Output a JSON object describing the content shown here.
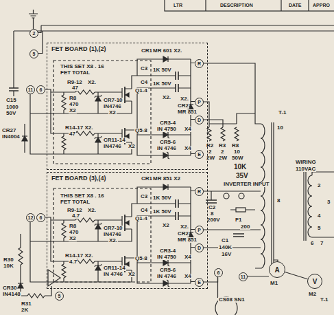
{
  "diagram": {
    "nodes": [
      {
        "text": [
          "FET BOARD (1),(2)",
          "THIS SET X8 . 16 FET TOTAL"
        ]
      },
      {
        "text": [
          "FET BOARD (3),(4)",
          "THIS SET X8 . 16 FET TOTAL"
        ]
      },
      {
        "text": [
          "A",
          "M1"
        ]
      },
      {
        "text": [
          "V",
          "M2"
        ]
      }
    ],
    "edges": [
      {
        "from": 2,
        "to": 3,
        "arrow": "none"
      }
    ],
    "labels": [
      "LTR",
      "DESCRIPTION",
      "DATE",
      "APPRO",
      "2",
      "5",
      "C15",
      "1000",
      "50V",
      "11",
      "6",
      "CR27",
      "IN4004",
      "R9-12",
      "47",
      "X2.",
      "R8",
      "470",
      "X2",
      "CR7-10",
      "IN4746",
      "X2",
      "Q1-4",
      "R14-17 X2.",
      "47",
      "Q5-8",
      "CR11-14",
      "IN4746",
      "X2",
      "CR1",
      "MR 601 X2.",
      "C3",
      "1K 50V",
      "C4",
      "1K 50V",
      "X2.",
      "X2.",
      "CR2",
      "MR 851",
      "CR3-4",
      "IN 4750",
      "X4",
      "CR5-6",
      "IN 4746",
      "X4",
      "R",
      "P",
      "D",
      "E",
      "12",
      "6",
      "R9-12",
      "4.7",
      "X2.",
      "R8",
      "470",
      "X2",
      "CR7-10",
      "IN4746",
      "X2.",
      "Q1-4",
      "R14-17 X2.",
      "4.7",
      "Q5-8",
      "CR11-14",
      "IN 4746",
      "X2",
      "CR1",
      "MR 851 X2",
      "C3",
      "1K 50V",
      "C4",
      "1K 50V",
      "X2",
      "X2.",
      "CR2",
      "MR 851",
      "CR3-4",
      "IN 4750",
      "X4",
      "CR5-6",
      "IN 4746",
      "X4",
      "R",
      "P",
      "D",
      "E",
      "R2",
      "2",
      "2W",
      "R3",
      "2",
      "2W",
      "R8",
      "10",
      "50W",
      "10K",
      "35V",
      "INVERTER INPUT",
      "T-1",
      "10",
      "8",
      "7",
      "WIRING",
      "110VAC",
      "2",
      "3",
      "4",
      "5",
      "6",
      "7",
      "C2",
      "8",
      "200V",
      "F1",
      "200",
      "C1",
      "140K",
      "16V",
      "6",
      "11",
      "R30",
      "10K",
      "CR30",
      "IN4148",
      "R31",
      "2K",
      "5",
      "CS08 SN1",
      "T-1"
    ]
  }
}
